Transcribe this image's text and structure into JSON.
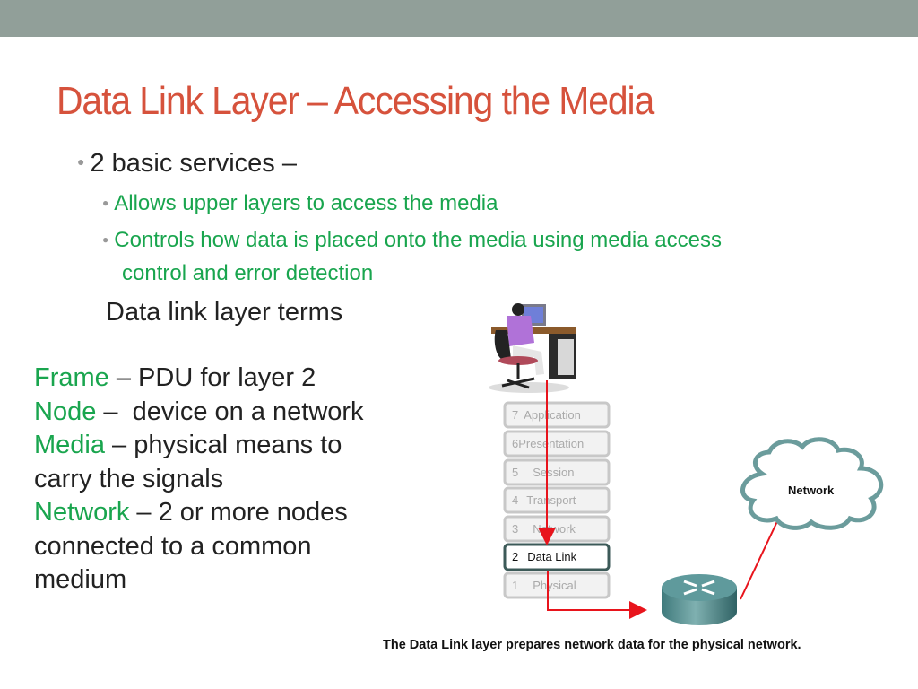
{
  "slide": {
    "title": "Data Link Layer – Accessing the Media",
    "bullets": [
      {
        "text": "2 basic services –",
        "sub": [
          {
            "text": "Allows upper layers to access the media"
          },
          {
            "text": "Controls how data is placed onto the media using media access",
            "cont": "control and error detection"
          }
        ]
      }
    ],
    "terms_heading": "Data link layer terms",
    "terms": [
      {
        "term": "Frame",
        "def": " – PDU for layer 2"
      },
      {
        "term": "Node",
        "def": " –  device on a network"
      },
      {
        "term": "Media",
        "def": " – physical means to",
        "cont": "carry the signals"
      },
      {
        "term": "Network",
        "def": " – 2 or more nodes",
        "cont": "connected to a common",
        "cont2": "medium"
      }
    ],
    "diagram": {
      "osi_layers": [
        {
          "num": "7",
          "name": "Application",
          "active": false
        },
        {
          "num": "6",
          "name": "Presentation",
          "active": false
        },
        {
          "num": "5",
          "name": "Session",
          "active": false
        },
        {
          "num": "4",
          "name": "Transport",
          "active": false
        },
        {
          "num": "3",
          "name": "Network",
          "active": false
        },
        {
          "num": "2",
          "name": "Data Link",
          "active": true
        },
        {
          "num": "1",
          "name": "Physical",
          "active": false
        }
      ],
      "cloud_label": "Network",
      "caption": "The Data Link layer prepares network data for the physical network."
    },
    "colors": {
      "title": "#d6523c",
      "accent_green": "#19a54e",
      "topbar": "#919f99",
      "arrow_red": "#e8141c"
    }
  }
}
